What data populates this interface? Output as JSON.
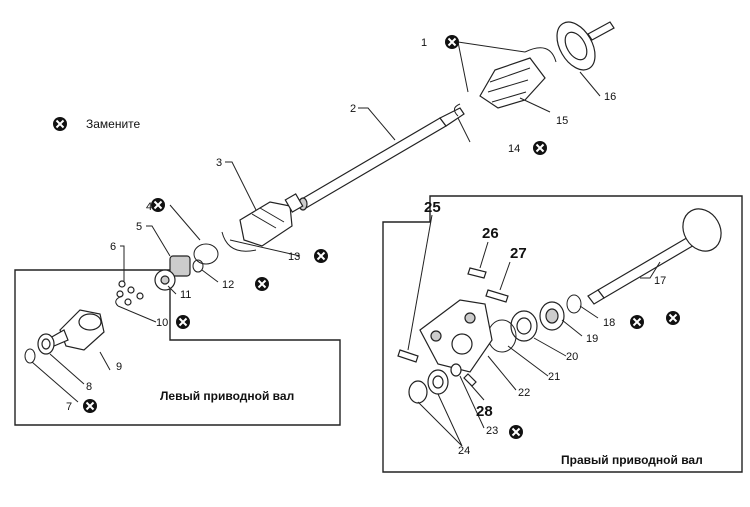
{
  "legend": {
    "text": "Замените"
  },
  "captions": {
    "left": "Левый приводной вал",
    "right": "Правый приводной вал"
  },
  "labels": {
    "n1": "1",
    "n2": "2",
    "n3": "3",
    "n4": "4",
    "n5": "5",
    "n6": "6",
    "n7": "7",
    "n8": "8",
    "n9": "9",
    "n10": "10",
    "n11": "11",
    "n12": "12",
    "n13": "13",
    "n14": "14",
    "n15": "15",
    "n16": "16",
    "n17": "17",
    "n18": "18",
    "n19": "19",
    "n20": "20",
    "n21": "21",
    "n22": "22",
    "n23": "23",
    "n24": "24",
    "n25": "25",
    "n26": "26",
    "n27": "27",
    "n28": "28"
  }
}
